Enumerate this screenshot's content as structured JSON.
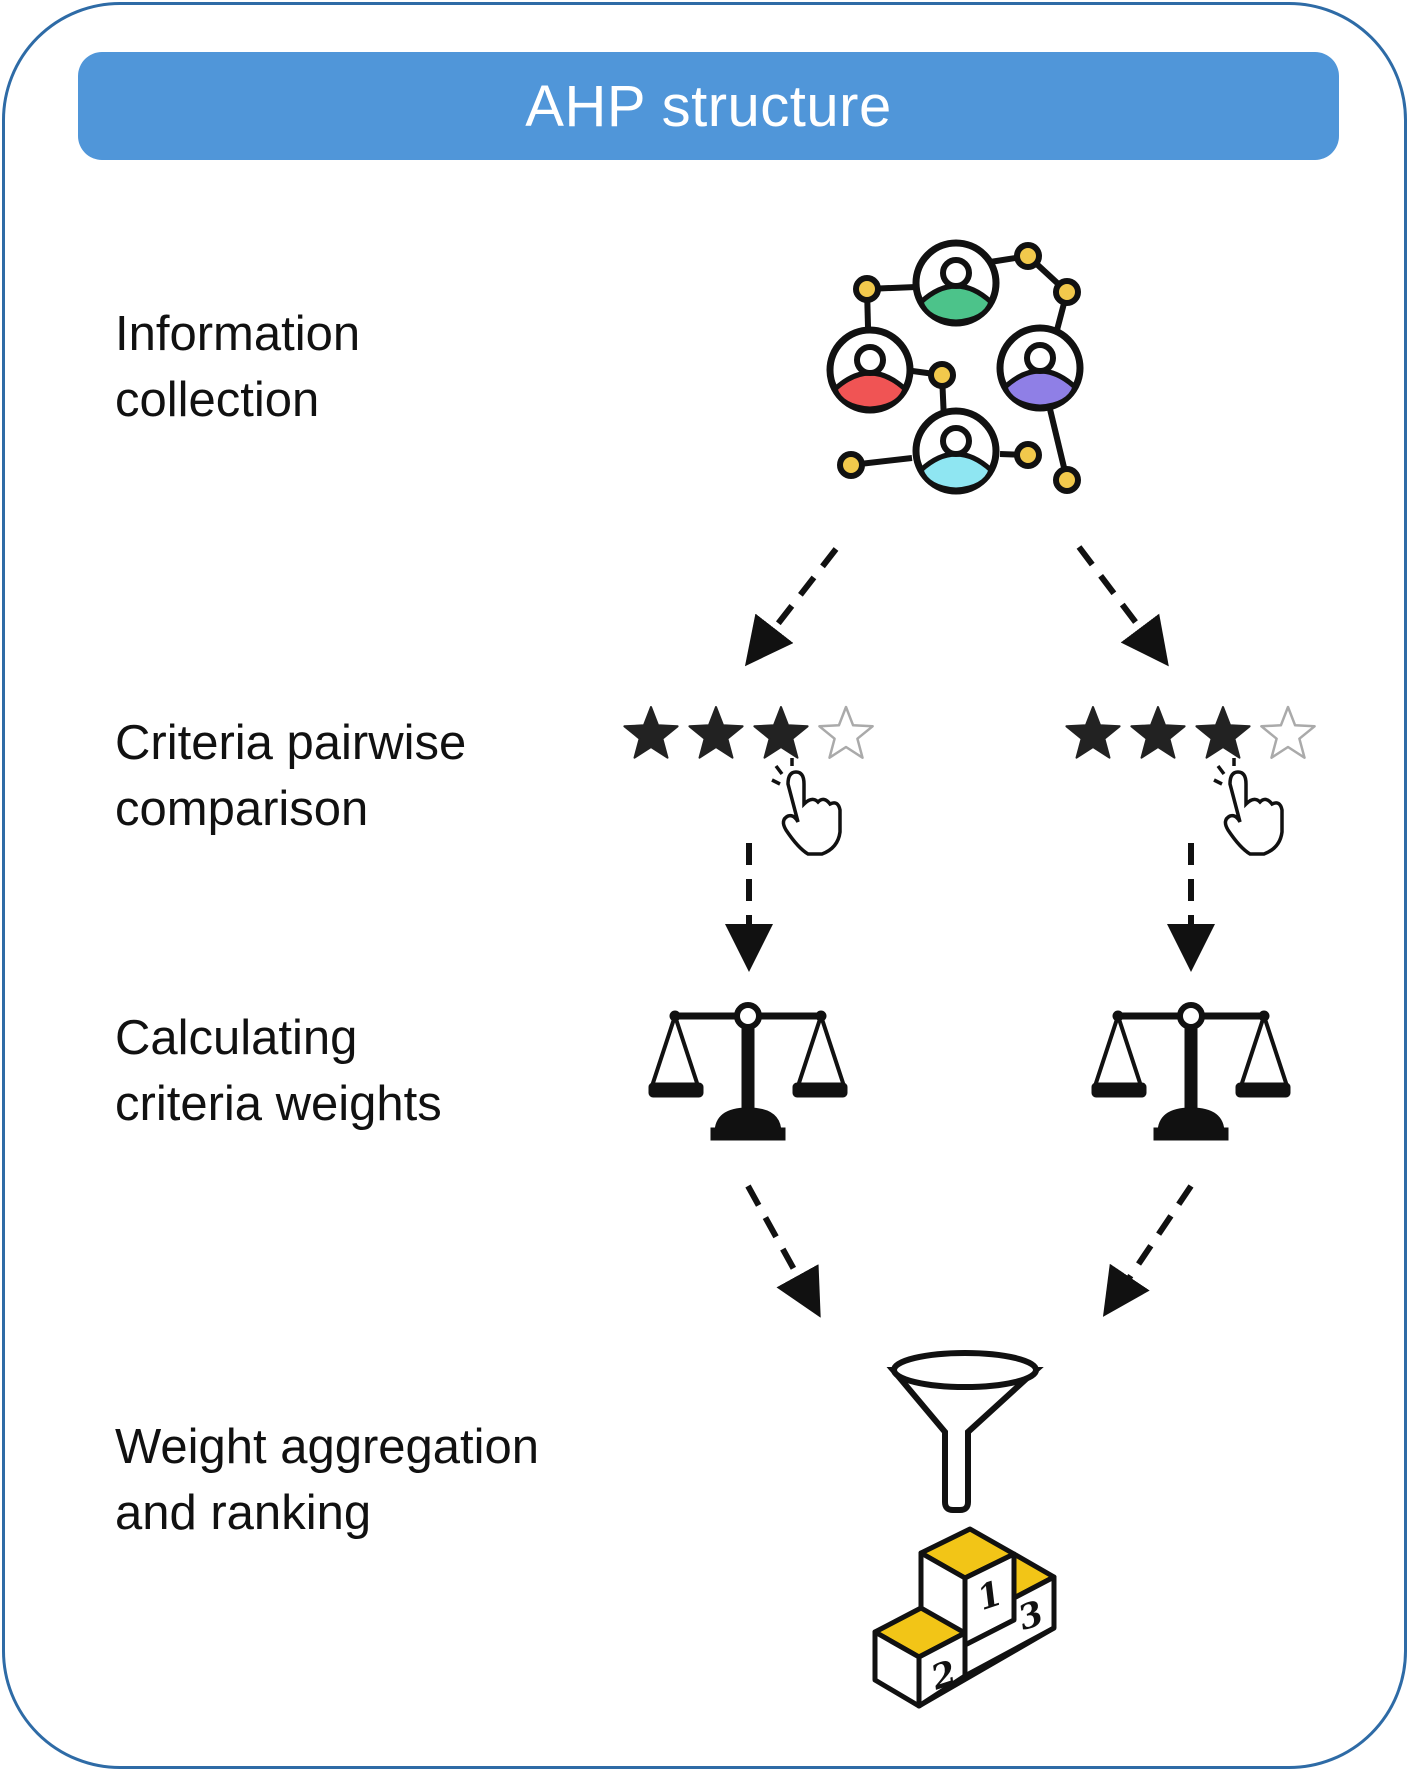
{
  "title": "AHP structure",
  "steps": [
    {
      "line1": "Information",
      "line2": "collection",
      "icon": "people-network-icon"
    },
    {
      "line1": "Criteria pairwise",
      "line2": "comparison",
      "icon": "star-rating-icon"
    },
    {
      "line1": "Calculating",
      "line2": "criteria weights",
      "icon": "balance-scale-icon"
    },
    {
      "line1": "Weight aggregation",
      "line2": "and ranking",
      "icon": "funnel-podium-icon"
    }
  ],
  "ratings": {
    "filled": 3,
    "total": 4
  },
  "podium": {
    "first": "1",
    "second": "2",
    "third": "3"
  },
  "colors": {
    "frame": "#2e6ba6",
    "title_bar": "#5096d9",
    "node": "#f2c94c",
    "person_green": "#4cc38a",
    "person_red": "#f05454",
    "person_purple": "#8f7fe6",
    "person_cyan": "#8fe6f2",
    "podium_top": "#f2c517"
  }
}
